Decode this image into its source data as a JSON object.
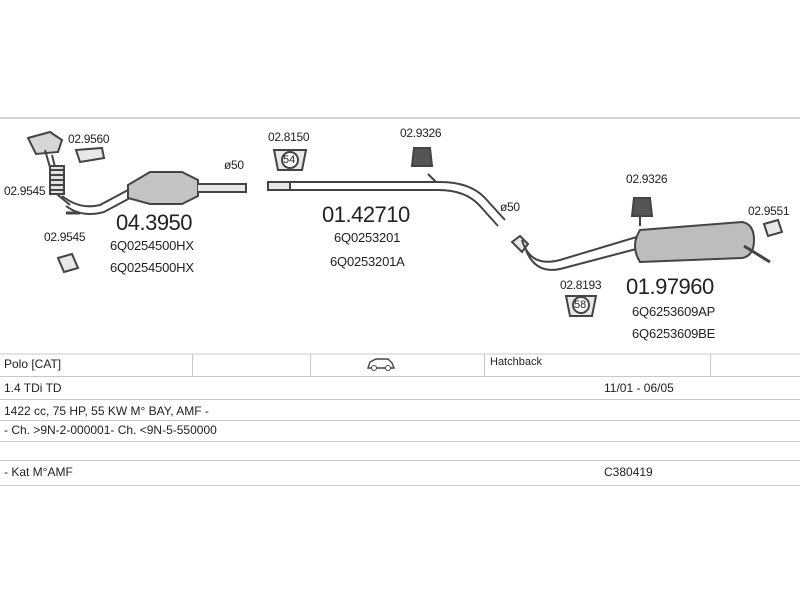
{
  "parts": {
    "gasket_top_left": "02.9560",
    "clamp_left_upper": "02.9545",
    "clamp_left_lower": "02.9545",
    "cat_number": "04.3950",
    "cat_oem_1": "6Q0254500HX",
    "cat_oem_2": "6Q0254500HX",
    "diam_1": "ø50",
    "hanger_mid": "02.8150",
    "hanger_mid_size": "54",
    "hanger_mid_right": "02.9326",
    "middle_number": "01.42710",
    "middle_oem_1": "6Q0253201",
    "middle_oem_2": "6Q0253201A",
    "diam_2": "ø50",
    "hanger_rear": "02.9326",
    "clamp_rear": "02.9551",
    "hanger_rear_low": "02.8193",
    "hanger_rear_low_size": "58",
    "rear_number": "01.97960",
    "rear_oem_1": "6Q6253609AP",
    "rear_oem_2": "6Q6253609BE"
  },
  "table": {
    "model": "Polo  [CAT]",
    "body": "Hatchback",
    "engine": "1.4 TDi TD",
    "date": "11/01 - 06/05",
    "spec": "1422 cc, 75 HP, 55 KW M° BAY, AMF -",
    "chassis": "- Ch. >9N-2-000001- Ch. <9N-5-550000",
    "kat": "- Kat M°AMF",
    "code": "C380419"
  },
  "colors": {
    "line": "#444444",
    "part_fill": "#bdbdbd",
    "grid": "#c8c8c8"
  }
}
